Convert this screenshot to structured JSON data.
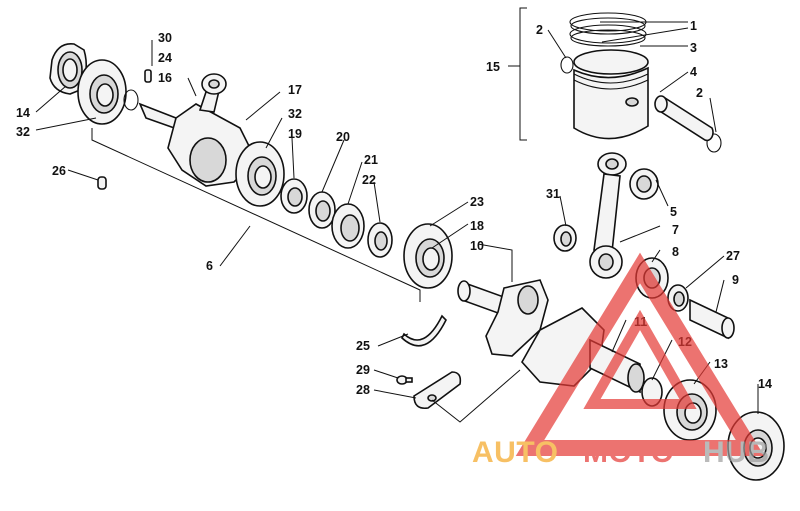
{
  "callouts": {
    "c1": "1",
    "c2a": "2",
    "c3": "3",
    "c4": "4",
    "c2b": "2",
    "c15": "15",
    "c30": "30",
    "c24": "24",
    "c16": "16",
    "c17": "17",
    "c32a": "32",
    "c19": "19",
    "c14a": "14",
    "c32b": "32",
    "c26": "26",
    "c20": "20",
    "c21": "21",
    "c22": "22",
    "c23": "23",
    "c18": "18",
    "c10": "10",
    "c6": "6",
    "c31": "31",
    "c5": "5",
    "c7": "7",
    "c8": "8",
    "c27": "27",
    "c9": "9",
    "c11": "11",
    "c12": "12",
    "c13": "13",
    "c14b": "14",
    "c25": "25",
    "c29": "29",
    "c28": "28"
  },
  "watermark": {
    "word_part1": "AUTO",
    "word_part2": "MOTO",
    "word_part3": "HUB",
    "color_red": "#e53935",
    "color_orange": "#f5a623",
    "color_grey": "#9e9e9e"
  }
}
